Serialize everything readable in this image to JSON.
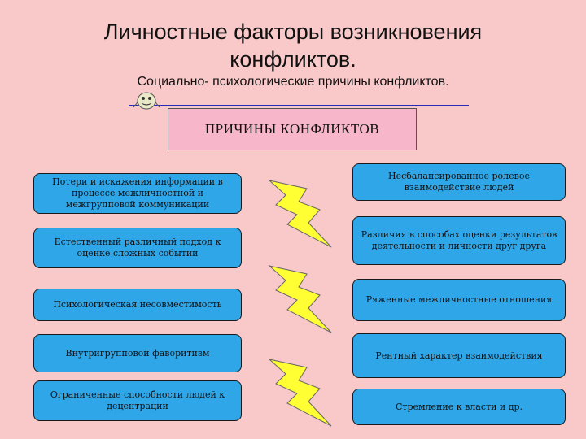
{
  "slide": {
    "title_line1": "Личностные факторы возникновения",
    "title_line2": "конфликтов.",
    "subtitle": "Социально- психологические причины конфликтов.",
    "header": "ПРИЧИНЫ КОНФЛИКТОВ"
  },
  "left_causes": [
    "Потери и искажения информации в процессе межличностной и межгрупповой коммуникации",
    "Естественный различный подход к оценке сложных событий",
    "Психологическая несовместимость",
    "Внутригрупповой фаворитизм",
    "Ограниченные способности людей к децентрации"
  ],
  "right_causes": [
    "Несбалансированное ролевое взаимодействие людей",
    "Различия в способах оценки результатов деятельности и личности друг друга",
    "Ряженные межличностные отношения",
    "Рентный характер взаимодействия",
    "Стремление к власти и др."
  ],
  "colors": {
    "background": "#f9c9c9",
    "box": "#2ea6e8",
    "header_box": "#f7b6c9",
    "bolt": "#ffff33"
  },
  "icons": [
    "lightning-bolt-icon",
    "clipart-figure-icon"
  ]
}
